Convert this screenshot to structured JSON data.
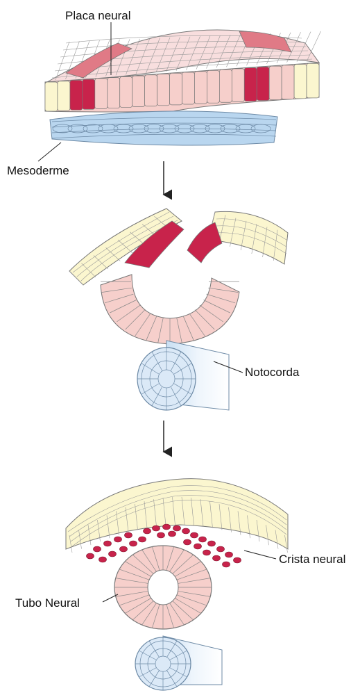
{
  "labels": {
    "neural_plate": "Placa neural",
    "mesoderm": "Mesoderme",
    "notochord": "Notocorda",
    "neural_crest": "Crista neural",
    "neural_tube": "Tubo Neural"
  },
  "colors": {
    "ectoderm": "#fbf6cf",
    "neural_tissue": "#f6cfcb",
    "neural_plate_edge": "#c8234b",
    "neural_plate_edge_light": "#e07a86",
    "mesoderm": "#b9d6ef",
    "notochord": "#dbe9f7",
    "outline": "#6b6b6b",
    "text": "#111111"
  },
  "icons": [
    "down-arrow-icon"
  ]
}
